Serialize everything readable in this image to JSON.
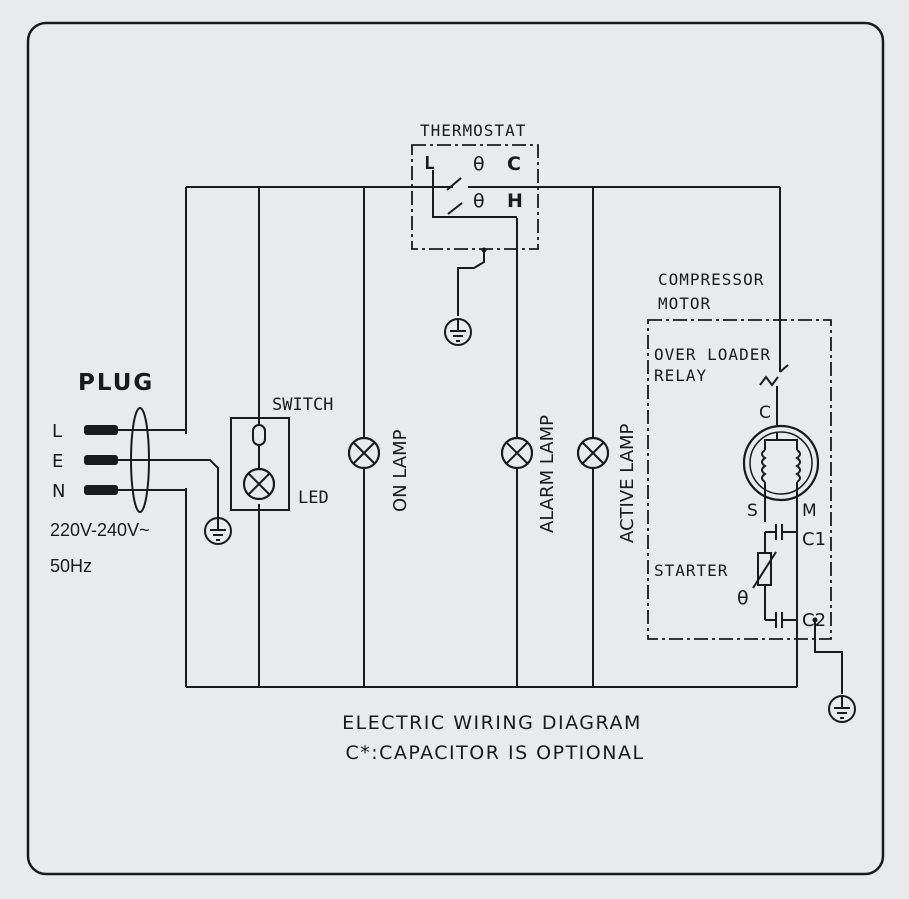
{
  "thermostat": {
    "title": "THERMOSTAT",
    "pin_l": "L",
    "pin_c": "C",
    "pin_h": "H",
    "theta": "θ"
  },
  "compressor": {
    "title_line1": "COMPRESSOR",
    "title_line2": "MOTOR",
    "relay_line1": "OVER LOADER",
    "relay_line2": "RELAY",
    "pin_c": "C",
    "pin_s": "S",
    "pin_m": "M",
    "cap1": "C1",
    "cap2": "C2",
    "starter": "STARTER",
    "theta": "θ"
  },
  "plug": {
    "title": "PLUG",
    "line": "L",
    "earth": "E",
    "neutral": "N",
    "voltage": "220V-240V~",
    "frequency": "50Hz"
  },
  "switch": {
    "label": "SWITCH",
    "led": "LED"
  },
  "lamps": {
    "on": "ON LAMP",
    "alarm": "ALARM LAMP",
    "active": "ACTIVE LAMP"
  },
  "caption": {
    "line1": "ELECTRIC WIRING DIAGRAM",
    "line2": "C*:CAPACITOR IS OPTIONAL"
  },
  "colors": {
    "ink": "#1a1a1a",
    "background": "#e9eaec"
  }
}
